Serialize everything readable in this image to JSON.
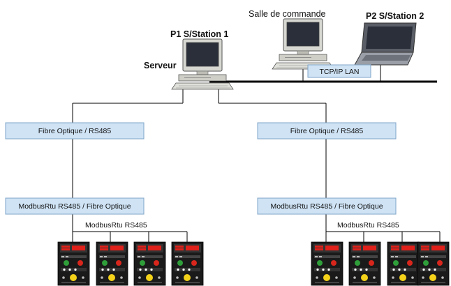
{
  "labels": {
    "control_room": "Salle de commande",
    "p2_station": "P2 S/Station 2",
    "p1_station": "P1 S/Station 1",
    "server": "Serveur",
    "lan": "TCP/IP LAN",
    "modbus_left": "ModbusRtu RS485",
    "modbus_right": "ModbusRtu RS485"
  },
  "converters": {
    "fiber_left": "Fibre Optique /  RS485",
    "fiber_right": "Fibre Optique /  RS485",
    "modbus_fiber_left": "ModbusRtu RS485 / Fibre Optique",
    "modbus_fiber_right": "ModbusRtu RS485 / Fibre Optique"
  },
  "relay_groups": {
    "left_count": 4,
    "right_count": 4
  },
  "colors": {
    "line": "#000000",
    "box_fill": "#cfe3f5",
    "box_stroke": "#7fa4c8",
    "device_body": "#1a1a1a",
    "device_panel": "#333333",
    "lcd_red": "#e0201a",
    "btn_green": "#2f9e3a",
    "btn_red": "#d8261c",
    "btn_yellow": "#f4d21a",
    "computer_beige": "#d8d8d2",
    "computer_shade": "#a8a8a2",
    "screen": "#2a2f3a"
  }
}
